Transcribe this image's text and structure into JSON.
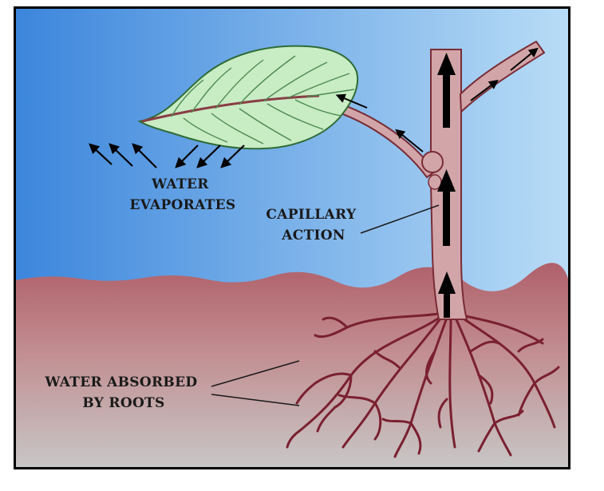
{
  "labels": {
    "evaporation": [
      "WATER",
      "EVAPORATES"
    ],
    "capillary": [
      "CAPILLARY",
      "ACTION"
    ],
    "absorption": [
      "WATER ABSORBED",
      "BY ROOTS"
    ]
  },
  "colors": {
    "sky_top": "#3c86dc",
    "sky_bottom": "#b8dcf6",
    "soil_top": "#b0606a",
    "soil_bottom": "#c8c6c6",
    "stem": "#d2a5a8",
    "stem_edge": "#7a2c35",
    "roots": "#7a2030",
    "leaf": "#c8ecc4",
    "leaf_vein": "#4d8a52",
    "border": "#111111",
    "arrow": "#000000"
  }
}
